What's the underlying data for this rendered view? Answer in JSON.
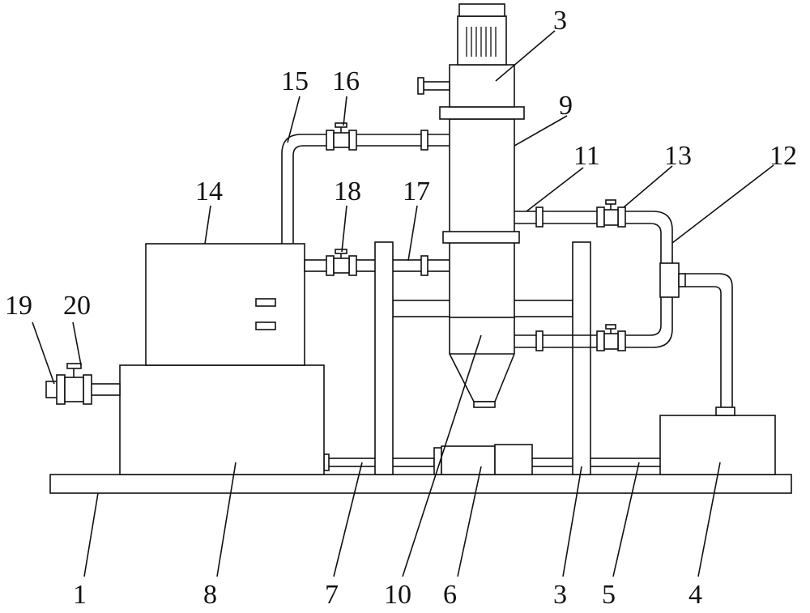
{
  "labels": {
    "l1": "1",
    "l3a": "3",
    "l3b": "3",
    "l4": "4",
    "l5": "5",
    "l6": "6",
    "l7": "7",
    "l8": "8",
    "l9": "9",
    "l10": "10",
    "l11": "11",
    "l12": "12",
    "l13": "13",
    "l14": "14",
    "l15": "15",
    "l16": "16",
    "l17": "17",
    "l18": "18",
    "l19": "19",
    "l20": "20"
  },
  "colors": {
    "line": "#111111",
    "background": "#ffffff"
  }
}
